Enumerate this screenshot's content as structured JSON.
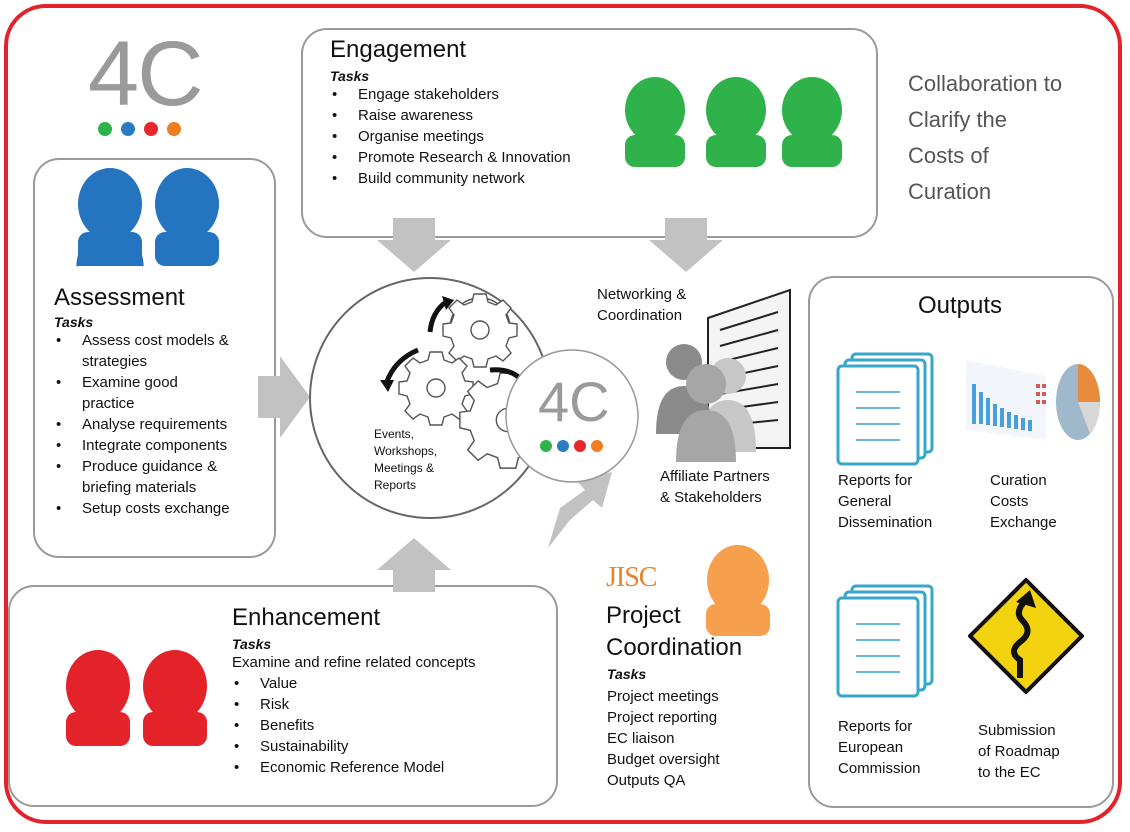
{
  "logo": {
    "text": "4C",
    "dot_colors": [
      "#2db34a",
      "#2b7bc4",
      "#e8262d",
      "#ef7d22"
    ]
  },
  "tagline": [
    "Collaboration to",
    "Clarify the",
    "Costs of",
    "Curation"
  ],
  "engagement": {
    "title": "Engagement",
    "tasks_label": "Tasks",
    "items": [
      "Engage stakeholders",
      "Raise awareness",
      "Organise meetings",
      "Promote Research & Innovation",
      "Build community network"
    ],
    "people_color": "#2fb249"
  },
  "assessment": {
    "title": "Assessment",
    "tasks_label": "Tasks",
    "items": [
      "Assess cost models & strategies",
      "Examine good practice",
      "Analyse requirements",
      "Integrate components",
      "Produce guidance & briefing materials",
      "Setup costs exchange"
    ],
    "people_color": "#2474c0"
  },
  "enhancement": {
    "title": "Enhancement",
    "tasks_label": "Tasks",
    "intro": "Examine and refine related concepts",
    "items": [
      "Value",
      "Risk",
      "Benefits",
      "Sustainability",
      "Economic Reference Model"
    ],
    "people_color": "#e3222a"
  },
  "center": {
    "events": [
      "Events,",
      "Workshops,",
      "Meetings &",
      "Reports"
    ],
    "logo_text": "4C",
    "networking": [
      "Networking &",
      "Coordination"
    ],
    "affiliates": [
      "Affiliate Partners",
      "& Stakeholders"
    ]
  },
  "project": {
    "brand": "JISC",
    "title": [
      "Project",
      "Coordination"
    ],
    "tasks_label": "Tasks",
    "items": [
      "Project meetings",
      "Project reporting",
      "EC liaison",
      "Budget oversight",
      "Outputs QA"
    ],
    "person_color": "#f6a04d"
  },
  "outputs": {
    "title": "Outputs",
    "items": [
      {
        "label": [
          "Reports for",
          "General",
          "Dissemination"
        ]
      },
      {
        "label": [
          "Curation",
          "Costs",
          "Exchange"
        ]
      },
      {
        "label": [
          "Reports for",
          "European",
          "Commission"
        ]
      },
      {
        "label": [
          "Submission",
          "of Roadmap",
          "to the EC"
        ]
      }
    ]
  }
}
